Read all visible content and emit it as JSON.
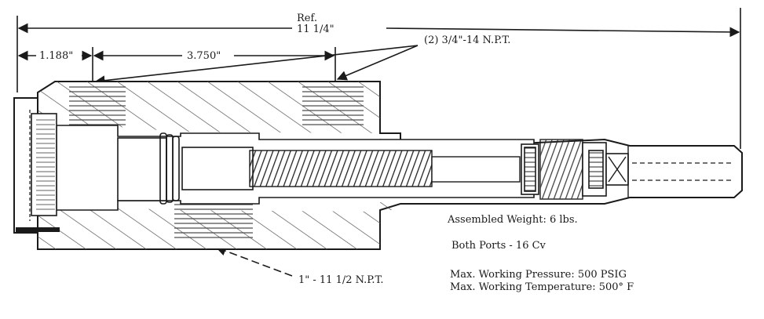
{
  "dimensions": {
    "ref_label": "Ref.",
    "overall_length": "11 1/4\"",
    "left_offset": "1.188\"",
    "port_spacing": "3.750\""
  },
  "callouts": {
    "top_ports": "(2) 3/4\"-14 N.P.T.",
    "bottom_port": "1\" - 11 1/2 N.P.T."
  },
  "specs": {
    "weight": "Assembled Weight: 6 lbs.",
    "flow": "Both Ports - 16 Cv",
    "pressure": "Max. Working Pressure: 500 PSIG",
    "temperature": "Max. Working Temperature: 500° F"
  },
  "colors": {
    "ink": "#1a1a1a",
    "hatch": "#555555"
  }
}
